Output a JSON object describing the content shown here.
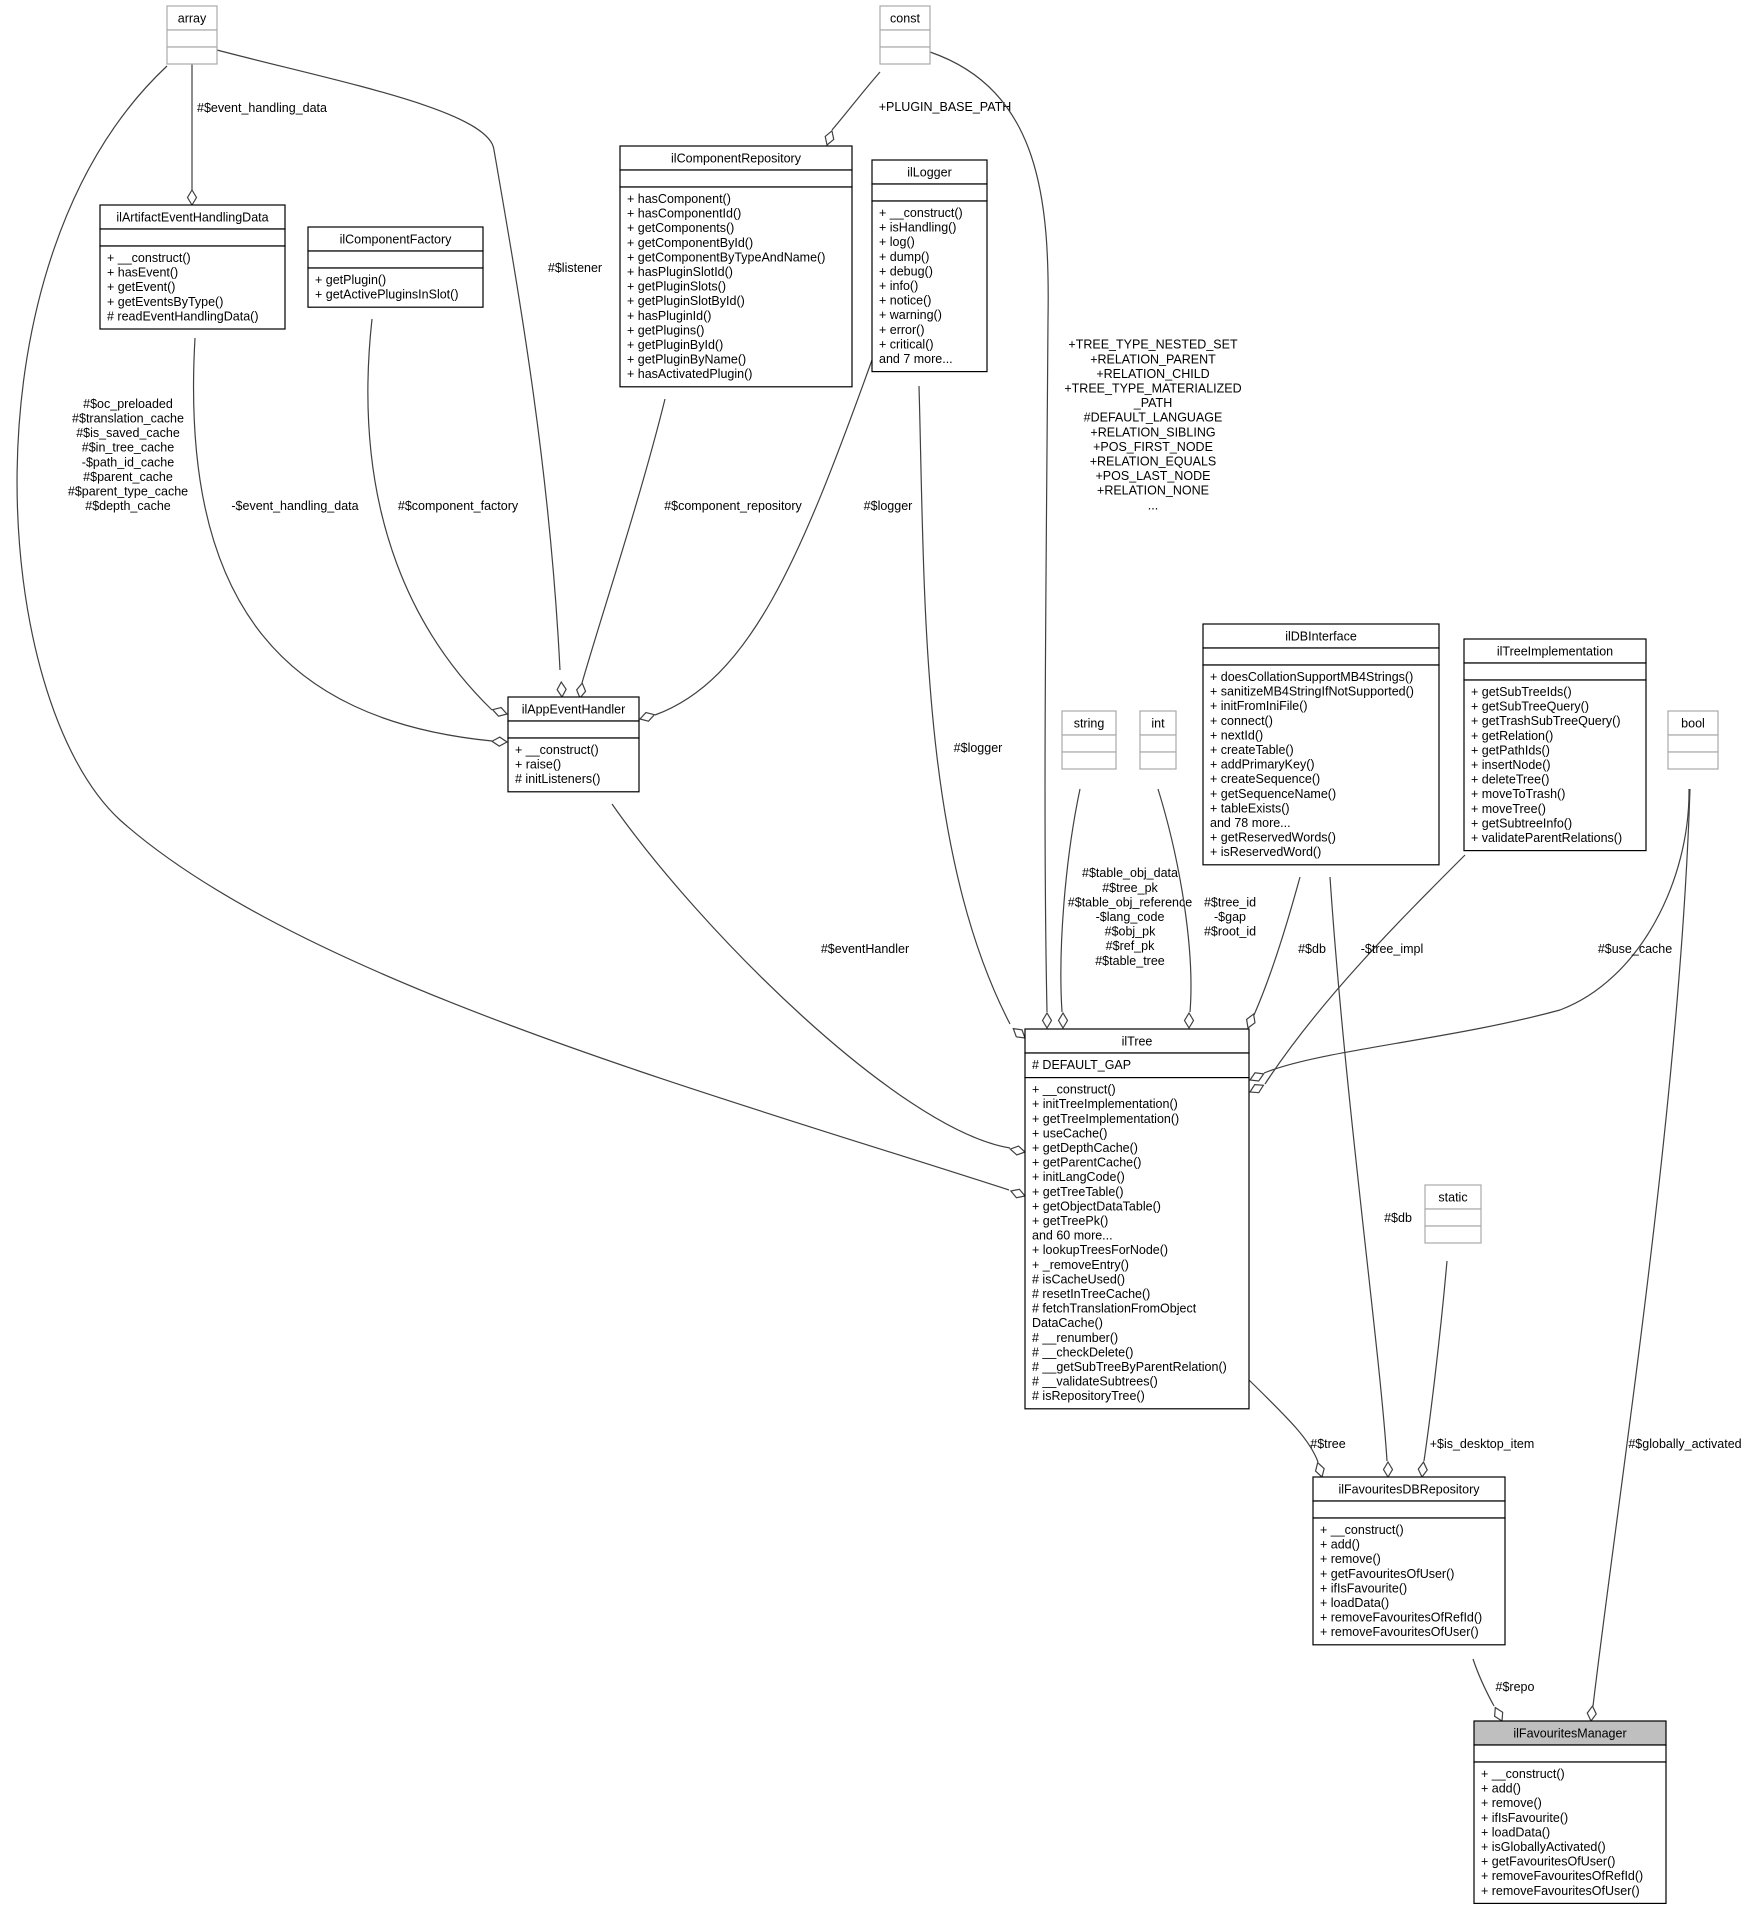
{
  "classes": {
    "array": {
      "name": "array",
      "sections": [
        [],
        []
      ]
    },
    "const": {
      "name": "const",
      "sections": [
        [],
        []
      ]
    },
    "ilArtifactEventHandlingData": {
      "name": "ilArtifactEventHandlingData",
      "sections": [
        [],
        [
          "+ __construct()",
          "+ hasEvent()",
          "+ getEvent()",
          "+ getEventsByType()",
          "# readEventHandlingData()"
        ]
      ]
    },
    "ilComponentFactory": {
      "name": "ilComponentFactory",
      "sections": [
        [],
        [
          "+ getPlugin()",
          "+ getActivePluginsInSlot()"
        ]
      ]
    },
    "ilComponentRepository": {
      "name": "ilComponentRepository",
      "sections": [
        [],
        [
          "+ hasComponent()",
          "+ hasComponentId()",
          "+ getComponents()",
          "+ getComponentById()",
          "+ getComponentByTypeAndName()",
          "+ hasPluginSlotId()",
          "+ getPluginSlots()",
          "+ getPluginSlotById()",
          "+ hasPluginId()",
          "+ getPlugins()",
          "+ getPluginById()",
          "+ getPluginByName()",
          "+ hasActivatedPlugin()"
        ]
      ]
    },
    "ilLogger": {
      "name": "ilLogger",
      "sections": [
        [],
        [
          "+ __construct()",
          "+ isHandling()",
          "+ log()",
          "+ dump()",
          "+ debug()",
          "+ info()",
          "+ notice()",
          "+ warning()",
          "+ error()",
          "+ critical()",
          "and 7 more..."
        ]
      ]
    },
    "ilAppEventHandler": {
      "name": "ilAppEventHandler",
      "sections": [
        [],
        [
          "+ __construct()",
          "+ raise()",
          "# initListeners()"
        ]
      ]
    },
    "string": {
      "name": "string",
      "sections": [
        [],
        []
      ]
    },
    "int": {
      "name": "int",
      "sections": [
        [],
        []
      ]
    },
    "ilDBInterface": {
      "name": "ilDBInterface",
      "sections": [
        [],
        [
          "+ doesCollationSupportMB4Strings()",
          "+ sanitizeMB4StringIfNotSupported()",
          "+ initFromIniFile()",
          "+ connect()",
          "+ nextId()",
          "+ createTable()",
          "+ addPrimaryKey()",
          "+ createSequence()",
          "+ getSequenceName()",
          "+ tableExists()",
          "and 78 more...",
          "+ getReservedWords()",
          "+ isReservedWord()"
        ]
      ]
    },
    "ilTreeImplementation": {
      "name": "ilTreeImplementation",
      "sections": [
        [],
        [
          "+ getSubTreeIds()",
          "+ getSubTreeQuery()",
          "+ getTrashSubTreeQuery()",
          "+ getRelation()",
          "+ getPathIds()",
          "+ insertNode()",
          "+ deleteTree()",
          "+ moveToTrash()",
          "+ moveTree()",
          "+ getSubtreeInfo()",
          "+ validateParentRelations()"
        ]
      ]
    },
    "bool": {
      "name": "bool",
      "sections": [
        [],
        []
      ]
    },
    "ilTree": {
      "name": "ilTree",
      "sections": [
        [
          "# DEFAULT_GAP"
        ],
        [
          "+ __construct()",
          "+ initTreeImplementation()",
          "+ getTreeImplementation()",
          "+ useCache()",
          "+ getDepthCache()",
          "+ getParentCache()",
          "+ initLangCode()",
          "+ getTreeTable()",
          "+ getObjectDataTable()",
          "+ getTreePk()",
          "and 60 more...",
          "+ lookupTreesForNode()",
          "+ _removeEntry()",
          "# isCacheUsed()",
          "# resetInTreeCache()",
          "# fetchTranslationFromObject",
          "DataCache()",
          "# __renumber()",
          "# __checkDelete()",
          "# __getSubTreeByParentRelation()",
          "# __validateSubtrees()",
          "# isRepositoryTree()"
        ]
      ]
    },
    "static": {
      "name": "static",
      "sections": [
        [],
        []
      ]
    },
    "ilFavouritesDBRepository": {
      "name": "ilFavouritesDBRepository",
      "sections": [
        [],
        [
          "+ __construct()",
          "+ add()",
          "+ remove()",
          "+ getFavouritesOfUser()",
          "+ ifIsFavourite()",
          "+ loadData()",
          "+ removeFavouritesOfRefId()",
          "+ removeFavouritesOfUser()"
        ]
      ]
    },
    "ilFavouritesManager": {
      "name": "ilFavouritesManager",
      "sections": [
        [],
        [
          "+ __construct()",
          "+ add()",
          "+ remove()",
          "+ ifIsFavourite()",
          "+ loadData()",
          "+ isGloballyActivated()",
          "+ getFavouritesOfUser()",
          "+ removeFavouritesOfRefId()",
          "+ removeFavouritesOfUser()"
        ]
      ]
    }
  },
  "edges": [
    {
      "id": "array-artifact",
      "label": [
        "#$event_handling_data"
      ]
    },
    {
      "id": "array-appevent",
      "label": [
        "#$listener"
      ]
    },
    {
      "id": "array-tree",
      "label": [
        "#$oc_preloaded",
        "#$translation_cache",
        "#$is_saved_cache",
        "#$in_tree_cache",
        "-$path_id_cache",
        "#$parent_cache",
        "#$parent_type_cache",
        "#$depth_cache"
      ]
    },
    {
      "id": "const-comprepo",
      "label": [
        "+PLUGIN_BASE_PATH"
      ]
    },
    {
      "id": "const-tree",
      "label": [
        "+TREE_TYPE_NESTED_SET",
        "+RELATION_PARENT",
        "+RELATION_CHILD",
        "+TREE_TYPE_MATERIALIZED",
        "_PATH",
        "#DEFAULT_LANGUAGE",
        "+RELATION_SIBLING",
        "+POS_FIRST_NODE",
        "+RELATION_EQUALS",
        "+POS_LAST_NODE",
        "+RELATION_NONE",
        "..."
      ]
    },
    {
      "id": "artifact-appevent",
      "label": [
        "-$event_handling_data"
      ]
    },
    {
      "id": "compfactory-appevent",
      "label": [
        "#$component_factory"
      ]
    },
    {
      "id": "comprepo-appevent",
      "label": [
        "#$component_repository"
      ]
    },
    {
      "id": "logger-appevent",
      "label": [
        "#$logger"
      ]
    },
    {
      "id": "logger-tree",
      "label": [
        "#$logger"
      ]
    },
    {
      "id": "appevent-tree",
      "label": [
        "#$eventHandler"
      ]
    },
    {
      "id": "string-tree",
      "label": [
        "#$table_obj_data",
        "#$tree_pk",
        "#$table_obj_reference",
        "-$lang_code",
        "#$obj_pk",
        "#$ref_pk",
        "#$table_tree"
      ]
    },
    {
      "id": "int-tree",
      "label": [
        "#$tree_id",
        "-$gap",
        "#$root_id"
      ]
    },
    {
      "id": "db-tree",
      "label": [
        "#$db"
      ]
    },
    {
      "id": "treeimpl-tree",
      "label": [
        "-$tree_impl"
      ]
    },
    {
      "id": "bool-tree",
      "label": [
        "#$use_cache"
      ]
    },
    {
      "id": "db-favdb",
      "label": [
        "#$db"
      ]
    },
    {
      "id": "tree-favdb",
      "label": [
        "#$tree"
      ]
    },
    {
      "id": "static-favdb",
      "label": [
        "+$is_desktop_item"
      ]
    },
    {
      "id": "favdb-favmgr",
      "label": [
        "#$repo"
      ]
    },
    {
      "id": "bool-favmgr",
      "label": [
        "#$globally_activated"
      ]
    }
  ]
}
